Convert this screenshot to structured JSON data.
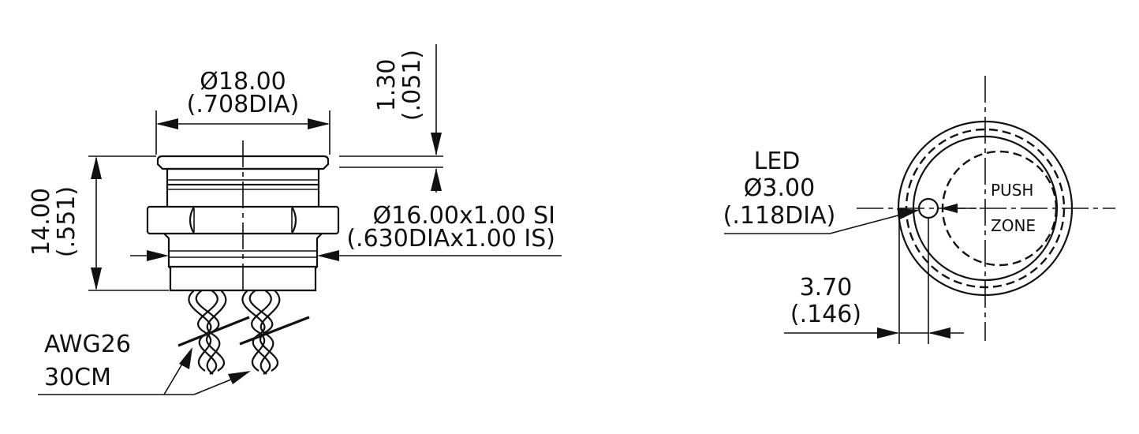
{
  "side_view": {
    "diameter_mm": "Ø18.00",
    "diameter_in": "(.708DIA)",
    "cap_mm": "1.30",
    "cap_in": "(.051)",
    "height_mm": "14.00",
    "height_in": "(.551)",
    "thread_mm": "Ø16.00x1.00 SI",
    "thread_in": "(.630DIAx1.00 IS)",
    "wire_gauge": "AWG26",
    "wire_length": "30CM"
  },
  "front_view": {
    "led_title": "LED",
    "led_diameter_mm": "Ø3.00",
    "led_diameter_in": "(.118DIA)",
    "offset_mm": "3.70",
    "offset_in": "(.146)",
    "push_label": "PUSH",
    "zone_label": "ZONE"
  }
}
